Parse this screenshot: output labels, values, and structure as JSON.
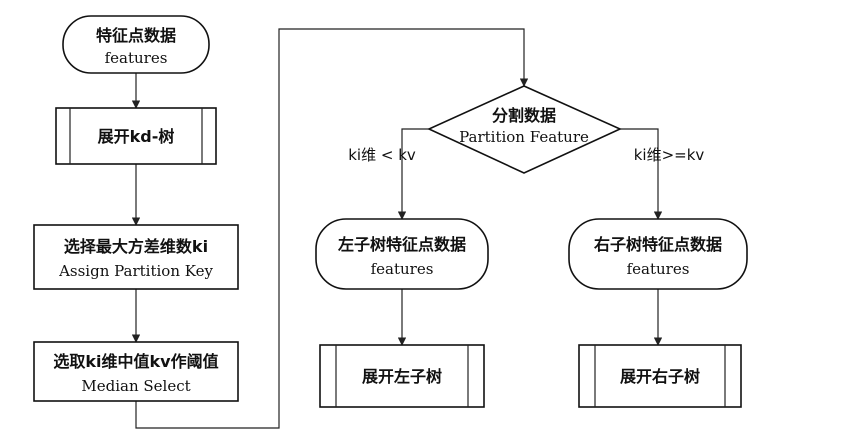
{
  "nodes": {
    "start": {
      "line1": "特征点数据",
      "line2": "features"
    },
    "expand_kd": {
      "line1": "展开kd-树"
    },
    "select_dim": {
      "line1": "选择最大方差维数ki",
      "line2": "Assign Partition Key"
    },
    "median": {
      "line1": "选取ki维中值kv作阈值",
      "line2": "Median Select"
    },
    "partition": {
      "line1": "分割数据",
      "line2": "Partition Feature"
    },
    "left_data": {
      "line1": "左子树特征点数据",
      "line2": "features"
    },
    "right_data": {
      "line1": "右子树特征点数据",
      "line2": "features"
    },
    "expand_left": {
      "line1": "展开左子树"
    },
    "expand_right": {
      "line1": "展开右子树"
    }
  },
  "edges": {
    "left_condition": "ki维 < kv",
    "right_condition": "ki维>=kv"
  }
}
